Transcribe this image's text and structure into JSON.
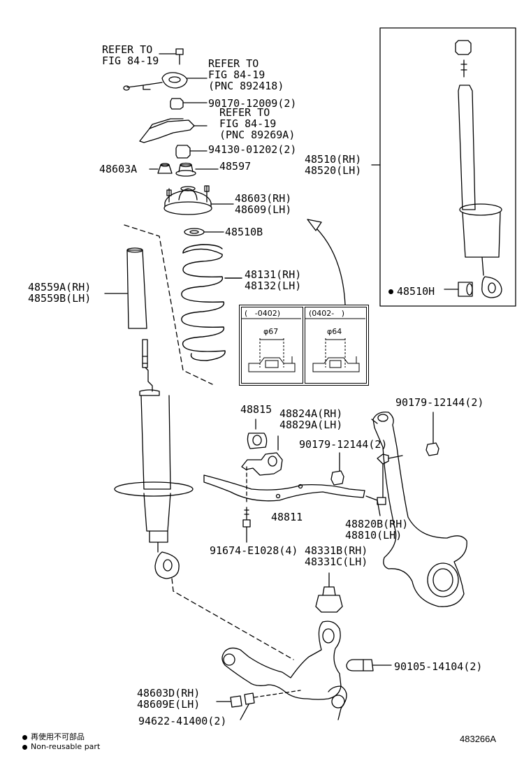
{
  "labels": {
    "refer1": "REFER TO\nFIG 84-19",
    "refer2": "REFER TO\nFIG 84-19\n(PNC 892418)",
    "p90170": "90170-12009(2)",
    "refer3": "REFER TO\nFIG 84-19\n(PNC 89269A)",
    "p94130": "94130-01202(2)",
    "p48603A": "48603A",
    "p48597": "48597",
    "p48603": "48603(RH)\n48609(LH)",
    "p48510B": "48510B",
    "p48131": "48131(RH)\n48132(LH)",
    "p48559": "48559A(RH)\n48559B(LH)",
    "p48510": "48510(RH)\n48520(LH)",
    "p48510H": "48510H",
    "p48815": "48815",
    "p48824": "48824A(RH)\n48829A(LH)",
    "p90179a": "90179-12144(2)",
    "p90179b": "90179-12144(2)",
    "p48811": "48811",
    "p48820": "48820B(RH)\n48810(LH)",
    "p91674": "91674-E1028(4)",
    "p48331": "48331B(RH)\n48331C(LH)",
    "p90105": "90105-14104(2)",
    "p48603D": "48603D(RH)\n48609E(LH)",
    "p94622": "94622-41400(2)"
  },
  "inset": {
    "col1_header": "(   -0402)",
    "col2_header": "(0402-   )",
    "col1_dim": "φ67",
    "col2_dim": "φ64"
  },
  "legend": {
    "line1": "再使用不可部品",
    "line2": "Non-reusable part"
  },
  "figure_id": "483266A"
}
